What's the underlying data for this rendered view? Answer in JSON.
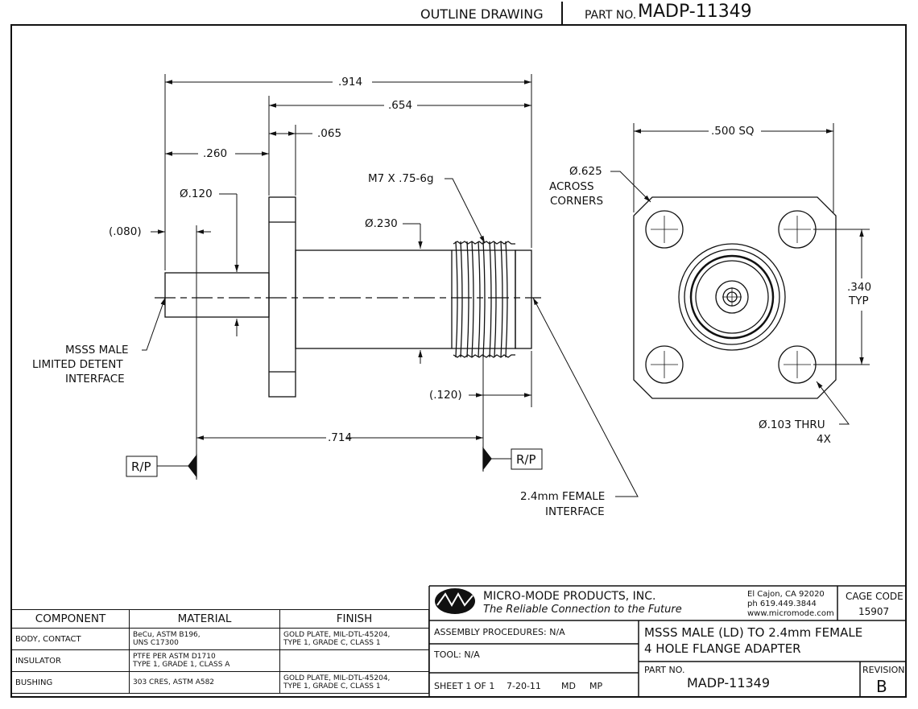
{
  "header": {
    "title": "OUTLINE DRAWING",
    "part_label": "PART NO.",
    "part_number": "MADP-11349"
  },
  "dimensions": {
    "overall": ".914",
    "body": ".654",
    "flange_thk": ".065",
    "male_len": ".260",
    "dia_120": "Ø.120",
    "ref_080": "(.080)",
    "dia_230": "Ø.230",
    "thread": "M7 X .75-6g",
    "ref_120": "(.120)",
    "rp_span": ".714",
    "sq": ".500 SQ",
    "across1": "Ø.625",
    "across2": "ACROSS",
    "across3": "CORNERS",
    "typ1": ".340",
    "typ2": "TYP",
    "holes1": "Ø.103 THRU",
    "holes2": "4X"
  },
  "callouts": {
    "male1": "MSSS MALE",
    "male2": "LIMITED DETENT",
    "male3": "INTERFACE",
    "female1": "2.4mm FEMALE",
    "female2": "INTERFACE",
    "rp_left": "R/P",
    "rp_right": "R/P"
  },
  "bom": {
    "headers": [
      "COMPONENT",
      "MATERIAL",
      "FINISH"
    ],
    "rows": [
      {
        "component": "BODY, CONTACT",
        "material1": "BeCu, ASTM B196,",
        "material2": "UNS C17300",
        "finish1": "GOLD PLATE, MIL-DTL-45204,",
        "finish2": "TYPE 1, GRADE C, CLASS 1"
      },
      {
        "component": "INSULATOR",
        "material1": "PTFE PER ASTM D1710",
        "material2": "TYPE 1, GRADE 1, CLASS A",
        "finish1": "",
        "finish2": ""
      },
      {
        "component": "BUSHING",
        "material1": "303 CRES, ASTM A582",
        "material2": "",
        "finish1": "GOLD PLATE, MIL-DTL-45204,",
        "finish2": "TYPE 1, GRADE C, CLASS 1"
      }
    ]
  },
  "title_block": {
    "company": "MICRO-MODE PRODUCTS, INC.",
    "tagline": "The Reliable Connection to the Future",
    "addr1": "El Cajon, CA 92020",
    "addr2": "ph 619.449.3844",
    "addr3": "www.micromode.com",
    "cage_label": "CAGE CODE",
    "cage_value": "15907",
    "assembly": "ASSEMBLY PROCEDURES: N/A",
    "tool": "TOOL: N/A",
    "sheet": "SHEET 1 OF 1",
    "date": "7-20-11",
    "init1": "MD",
    "init2": "MP",
    "desc1": "MSSS MALE (LD) TO 2.4mm FEMALE",
    "desc2": "4 HOLE FLANGE ADAPTER",
    "part_label": "PART NO.",
    "part_value": "MADP-11349",
    "rev_label": "REVISION",
    "rev_value": "B"
  }
}
